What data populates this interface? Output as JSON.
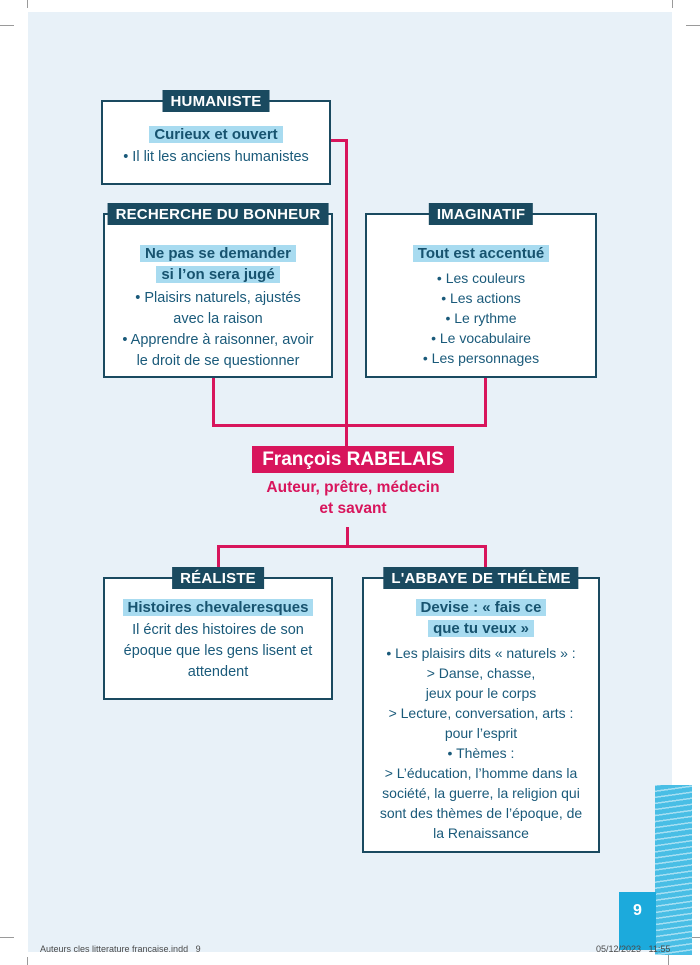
{
  "page": {
    "page_number": "9",
    "footer_left": "Auteurs cles litterature francaise.indd   9",
    "footer_right": "05/12/2023   11:55"
  },
  "colors": {
    "page_background": "#e8f1f8",
    "box_border_teal": "#1a4a60",
    "body_text_teal": "#1a5a7a",
    "highlight_blue": "#a8dbf0",
    "accent_pink": "#d8155c",
    "page_number_cyan": "#1caadc",
    "index_tab_cyan": "#49bee5"
  },
  "center": {
    "name": "François RABELAIS",
    "subtitle_line1": "Auteur, prêtre, médecin",
    "subtitle_line2": "et savant"
  },
  "boxes": {
    "humaniste": {
      "title": "HUMANISTE",
      "highlight": "Curieux et ouvert",
      "lines": [
        "• Il lit les anciens humanistes"
      ]
    },
    "bonheur": {
      "title": "RECHERCHE DU BONHEUR",
      "highlight_line1": "Ne pas se demander",
      "highlight_line2": "si l’on sera jugé",
      "lines": [
        "• Plaisirs naturels, ajustés",
        "avec la raison",
        "• Apprendre à raisonner, avoir",
        "le droit de se questionner"
      ]
    },
    "imaginatif": {
      "title": "IMAGINATIF",
      "highlight": "Tout est accentué",
      "lines": [
        "• Les couleurs",
        "• Les actions",
        "• Le rythme",
        "• Le vocabulaire",
        "• Les personnages"
      ]
    },
    "realiste": {
      "title": "RÉALISTE",
      "highlight": "Histoires chevaleresques",
      "lines": [
        "Il écrit des histoires de son",
        "époque que les gens lisent et",
        "attendent"
      ]
    },
    "abbaye": {
      "title": "L'ABBAYE DE THÉLÈME",
      "highlight_line1": "Devise : « fais ce",
      "highlight_line2": "que tu veux »",
      "lines": [
        "• Les plaisirs dits « naturels » :",
        "> Danse, chasse,",
        "jeux pour le corps",
        "> Lecture, conversation, arts :",
        "pour l’esprit",
        "• Thèmes :",
        "> L’éducation, l’homme dans la",
        "société, la guerre, la religion qui",
        "sont des thèmes de l’époque, de",
        "la Renaissance"
      ]
    }
  }
}
